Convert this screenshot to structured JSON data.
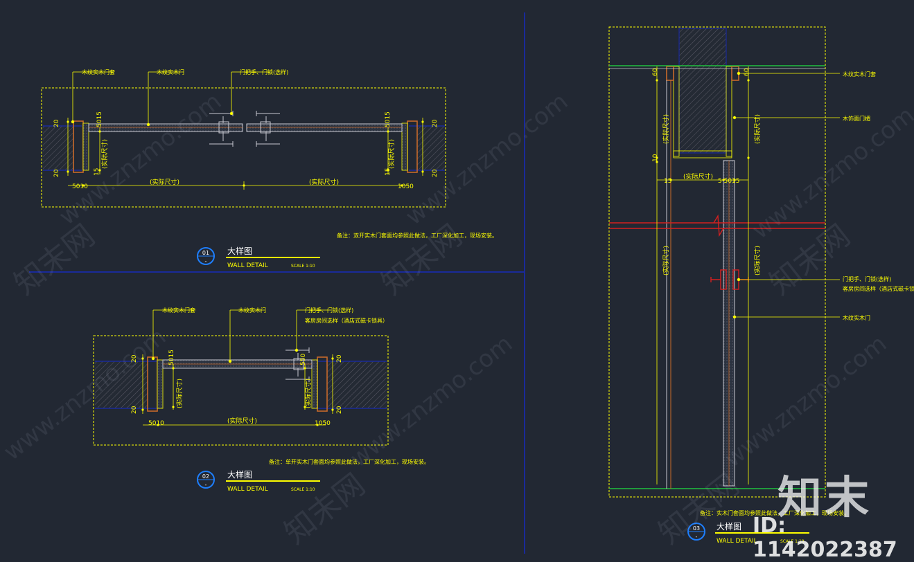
{
  "colors": {
    "background": "#222833",
    "frame": "#ffff00",
    "wall": "#4a4a55",
    "door": "#c8c8d0",
    "trim": "#c86a2a",
    "dim": "#ffff00",
    "divider": "#1a2a9a",
    "floor": "#1fbf3f",
    "cut": "#d42020",
    "label": "#ffff00",
    "circle": "#1e7fff"
  },
  "detail_01": {
    "labels": {
      "frame": "木纹实木门套",
      "door": "木纹实木门",
      "handle": "门把手、门锁(选样)"
    },
    "dims": {
      "left_top": "20",
      "left_bottom": "20",
      "right_top": "20",
      "right_bottom": "20",
      "left_5015": "5015",
      "right_5015": "5015",
      "left_15": "15",
      "right_15": "15",
      "actual": "(实际尺寸)",
      "left_side": "(实际尺寸)",
      "right_side": "(实际尺寸)",
      "bottom_left": "5010",
      "bottom_right": "1050",
      "span_left": "(实际尺寸)",
      "span_right": "(实际尺寸)"
    },
    "note": "备注：双开实木门套面均参照此做法，工厂深化加工，现场安装。",
    "title": {
      "number": "01",
      "sub": "-",
      "cn": "大样图",
      "en": "WALL DETAIL",
      "scale": "SCALE 1:10"
    }
  },
  "detail_02": {
    "labels": {
      "frame": "木纹实木门套",
      "door": "木纹实木门",
      "handle_1": "门把手、门锁(选样)",
      "handle_2": "客房房间选样（酒店式磁卡锁具）"
    },
    "dims": {
      "left_top": "20",
      "left_bottom": "20",
      "right_top": "20",
      "right_bottom": "20",
      "left_5015": "5015",
      "right_550": "550",
      "left_side": "(实际尺寸)",
      "right_side": "(实际尺寸)",
      "bottom_left": "5010",
      "bottom_right": "1050",
      "span": "(实际尺寸)"
    },
    "note": "备注：单开实木门套面均参照此做法，工厂深化加工，现场安装。",
    "title": {
      "number": "02",
      "sub": "-",
      "cn": "大样图",
      "en": "WALL DETAIL",
      "scale": "SCALE 1:10"
    }
  },
  "detail_03": {
    "labels": {
      "frame": "木纹实木门套",
      "header": "木饰面门楣",
      "handle_1": "门把手、门锁(选样)",
      "handle_2": "客房房间选样（酒店式磁卡锁具）",
      "door": "木纹实木门"
    },
    "dims": {
      "top_left": "60",
      "top_right": "60",
      "left_10": "10",
      "left_15": "15",
      "right_5015": "5 5015",
      "actual_mid": "(实际尺寸)",
      "side_left_upper": "(实际尺寸)",
      "side_right_upper": "(实际尺寸)",
      "side_left_lower": "(实际尺寸)",
      "side_right_lower": "(实际尺寸)"
    },
    "note": "备注：实木门套面均参照此做法，工厂深化加工，现场安装。",
    "title": {
      "number": "03",
      "sub": "-",
      "cn": "大样图",
      "en": "WALL DETAIL",
      "scale": "SCALE 1:10"
    }
  },
  "watermark": {
    "site": "www.znzmo.com",
    "cn": "知末网",
    "brand": "知末",
    "id": "ID: 1142022387"
  }
}
